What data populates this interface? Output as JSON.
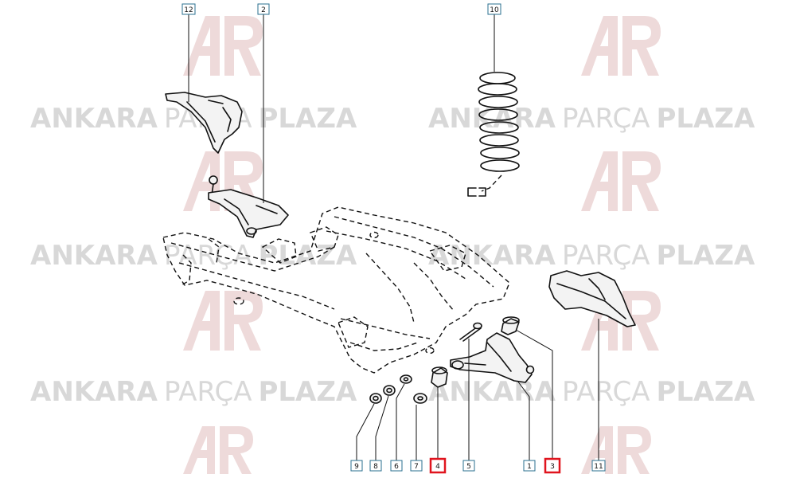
{
  "watermark": {
    "word1": "ANKARA",
    "word2": "PARÇA",
    "word3": "PLAZA",
    "logo_color": "#e9d2d2",
    "text_color": "#d8d8d8"
  },
  "highlight_color": "#e0141e",
  "callouts": [
    {
      "id": "c12",
      "label": "12",
      "highlight": false
    },
    {
      "id": "c2",
      "label": "2",
      "highlight": false
    },
    {
      "id": "c10",
      "label": "10",
      "highlight": false
    },
    {
      "id": "c9",
      "label": "9",
      "highlight": false
    },
    {
      "id": "c8",
      "label": "8",
      "highlight": false
    },
    {
      "id": "c6",
      "label": "6",
      "highlight": false
    },
    {
      "id": "c7",
      "label": "7",
      "highlight": false
    },
    {
      "id": "c4",
      "label": "4",
      "highlight": true
    },
    {
      "id": "c5",
      "label": "5",
      "highlight": false
    },
    {
      "id": "c1",
      "label": "1",
      "highlight": false
    },
    {
      "id": "c3",
      "label": "3",
      "highlight": true
    },
    {
      "id": "c11",
      "label": "11",
      "highlight": false
    }
  ]
}
